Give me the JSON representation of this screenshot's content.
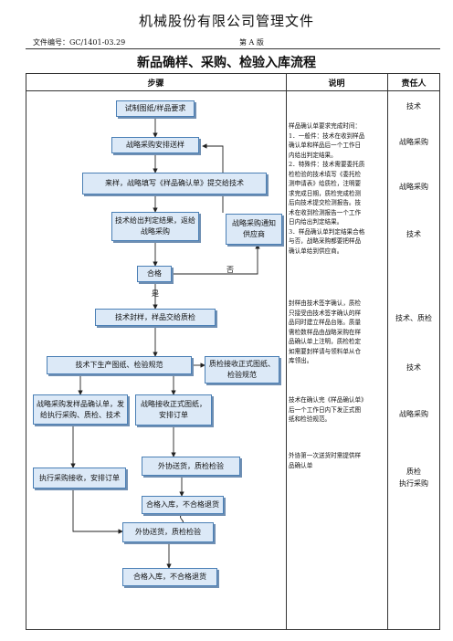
{
  "header": {
    "company": "机械股份有限公司管理文件",
    "doc_no": "文件编号：GC/1401-03.29",
    "version": "第 A 版"
  },
  "title": "新品确样、采购、检验入库流程",
  "columns": {
    "steps": "步骤",
    "explain": "说明",
    "owner": "责任人"
  },
  "flow": {
    "n1": "试制图纸/样品要求",
    "n2": "战略采购安排送样",
    "n3": "来样，战略填写《样品确认单》提交给技术",
    "n4": "技术给出判定结果，返给战略采购",
    "n5": "战略采购通知供应商",
    "n6": "合格",
    "n7": "技术封样，样品交给质检",
    "n8": "技术下生产图纸、检验规范",
    "n9": "质检接收正式图纸、检验规范",
    "n10": "战略采购发样品确认单，发给执行采购、质检、技术",
    "n11": "战略接收正式图纸，安排订单",
    "n12": "外协送货，质检检验",
    "n13": "执行采购接收，安排订单",
    "n14": "合格入库，不合格退货",
    "n15": "外协送货，质检检验",
    "n16": "合格入库，不合格退货",
    "no_label": "否",
    "yes_label": "是"
  },
  "explain": {
    "p1": [
      "样品确认单要求完成时间：",
      "1．一般件：技术在收到样品",
      "确认单和样品后一个工作日",
      "内给出判定结果。",
      "2．特殊件：技术需要委托质",
      "检检验的技术填写《委托检",
      "测申请表》给质检，注明要",
      "求完成日期，质检完成检测",
      "后向技术提交检测报告。技",
      "术在收到检测报告一个工作",
      "日内给出判定结果。",
      "3．样品确认单判定结果合格",
      "与否，战略采购都要把样品",
      "确认单给到供应商。"
    ],
    "p2": [
      "封样由技术签字确认，质检",
      "只接受由技术签字确认的样",
      "品同时建立样品台账。质量",
      "需检数样品由战略采购在样",
      "品确认单上注明，质检检定",
      "如需要封样请与领料单从仓",
      "库领出。"
    ],
    "p3": [
      "技术在确认完《样品确认单》",
      "后一个工作日内下发正式图",
      "纸和检验规范。"
    ],
    "p4": [
      "外协第一次送货时需提供样",
      "品确认单"
    ]
  },
  "owners": {
    "o1": "技术",
    "o2": "战略采购",
    "o3": "战略采购",
    "o4": "技术",
    "o5": "技术、质检",
    "o6": "技术",
    "o7": "战略采购",
    "o8": "质检",
    "o9": "执行采购"
  }
}
